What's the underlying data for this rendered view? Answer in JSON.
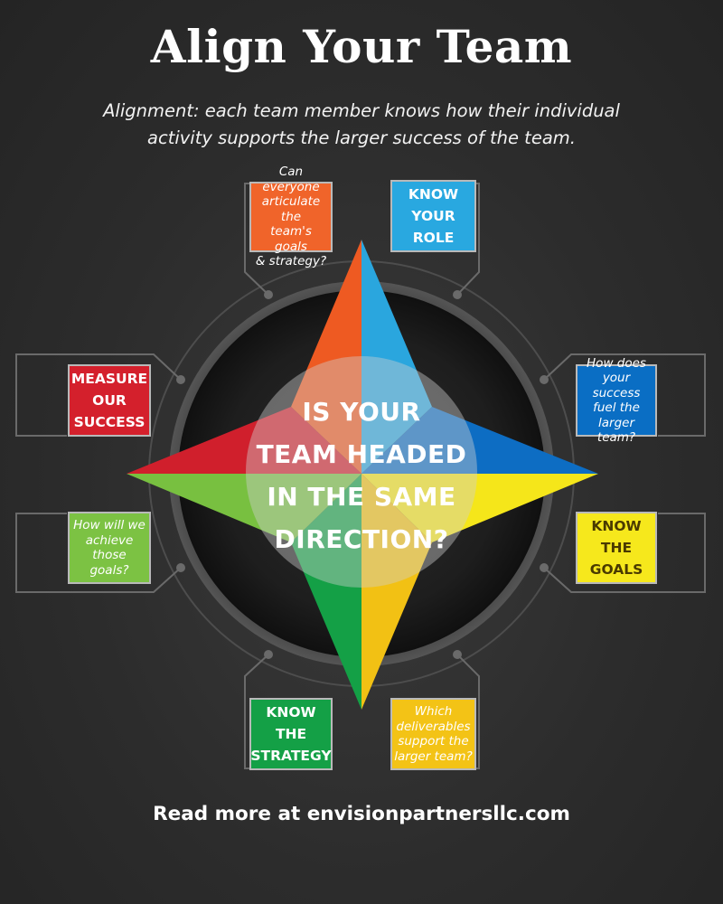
{
  "title": "Align Your Team",
  "subtitle_line1": "Alignment: each team member knows how their individual",
  "subtitle_line2": "activity supports the larger success of the team.",
  "center_question": {
    "line1": "IS YOUR",
    "line2": "TEAM HEADED",
    "line3": "IN THE SAME",
    "line4": "DIRECTION?"
  },
  "boxes": {
    "articulate_q": {
      "lines": [
        "Can everyone",
        "articulate the",
        "team's goals",
        "& strategy?"
      ],
      "color": "#f0642a"
    },
    "know_role": {
      "lines": [
        "KNOW",
        "YOUR",
        "ROLE"
      ],
      "color": "#29a8e0"
    },
    "success_fuel_q": {
      "lines": [
        "How does",
        "your success",
        "fuel the",
        "larger team?"
      ],
      "color": "#0a6ec4"
    },
    "know_goals": {
      "lines": [
        "KNOW",
        "THE",
        "GOALS"
      ],
      "color": "#f6e81c"
    },
    "deliverables_q": {
      "lines": [
        "Which",
        "deliverables",
        "support the",
        "larger team?"
      ],
      "color": "#f3c316"
    },
    "know_strategy": {
      "lines": [
        "KNOW",
        "THE",
        "STRATEGY"
      ],
      "color": "#14a046"
    },
    "achieve_q": {
      "lines": [
        "How will we",
        "achieve",
        "those goals?"
      ],
      "color": "#7cc243"
    },
    "measure_success": {
      "lines": [
        "MEASURE",
        "OUR",
        "SUCCESS"
      ],
      "color": "#d4202c"
    }
  },
  "footer": "Read more at envisionpartnersllc.com"
}
